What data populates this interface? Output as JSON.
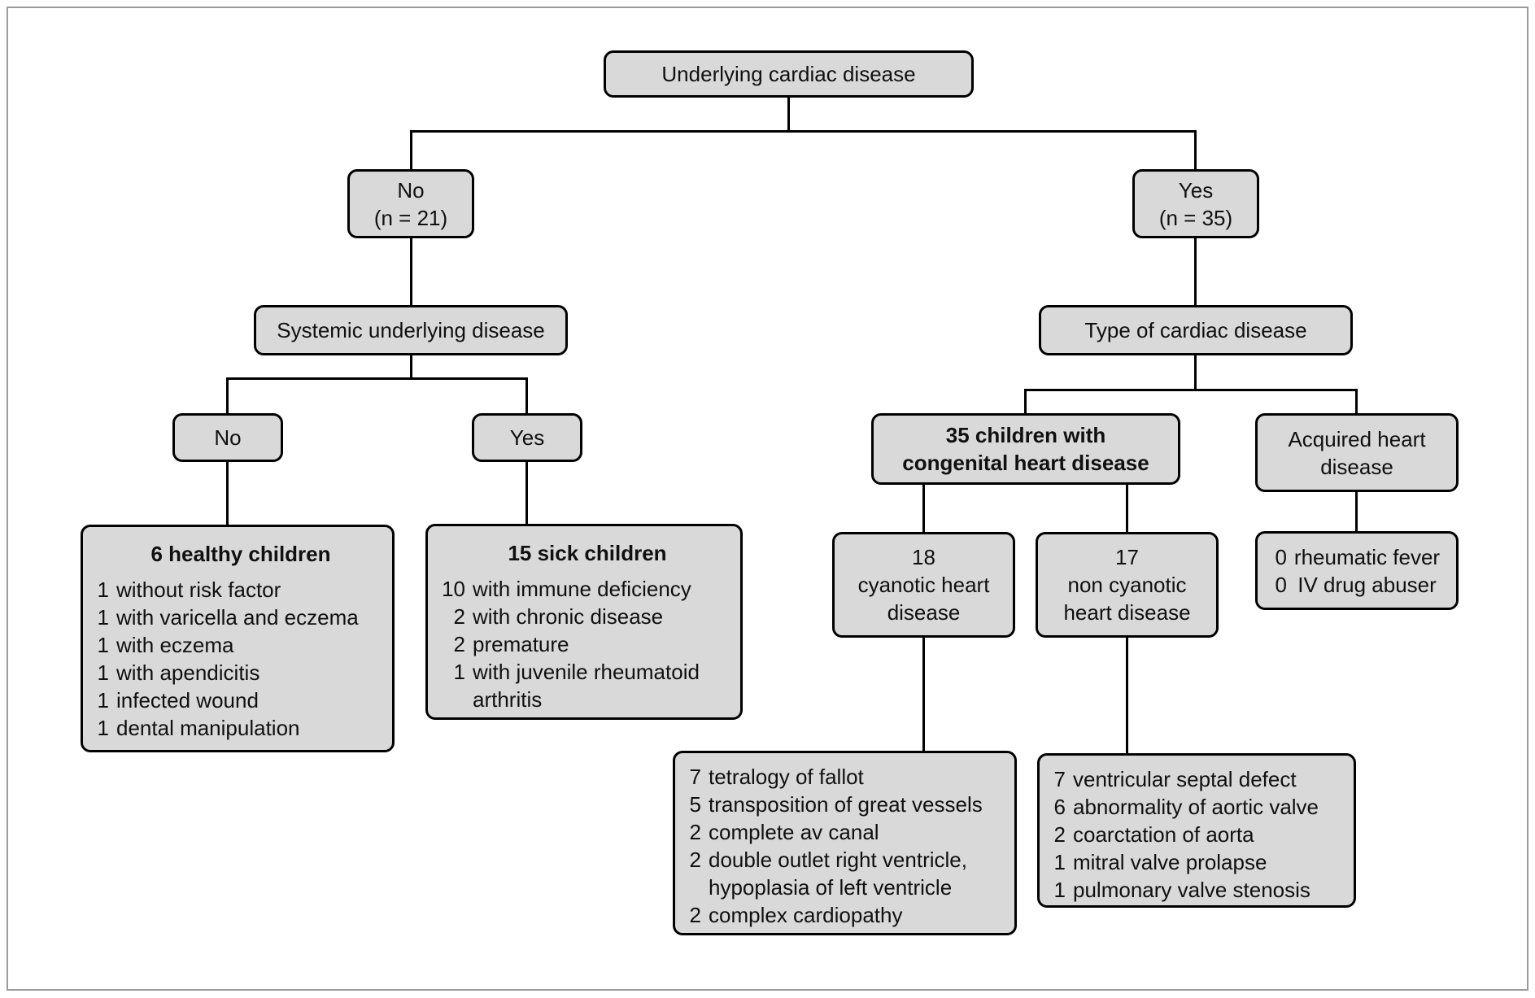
{
  "figure": {
    "background": "#ffffff",
    "box_fill": "#d9d9d9",
    "box_border": "#000000",
    "frame_border": "#9b9b9b"
  },
  "nodes": {
    "root": {
      "label": "Underlying cardiac disease"
    },
    "no_branch": {
      "line1": "No",
      "line2": "(n = 21)"
    },
    "yes_branch": {
      "line1": "Yes",
      "line2": "(n = 35)"
    },
    "systemic": {
      "label": "Systemic underlying disease"
    },
    "type_cardiac": {
      "label": "Type of cardiac disease"
    },
    "systemic_no": {
      "label": "No"
    },
    "systemic_yes": {
      "label": "Yes"
    },
    "congenital": {
      "line1": "35 children with",
      "line2": "congenital heart disease"
    },
    "acquired": {
      "line1": "Acquired heart",
      "line2": "disease"
    },
    "cyanotic": {
      "line1": "18",
      "line2": "cyanotic heart",
      "line3": "disease"
    },
    "non_cyanotic": {
      "line1": "17",
      "line2": "non cyanotic",
      "line3": "heart disease"
    },
    "healthy": {
      "title": "6 healthy children",
      "items": [
        {
          "n": "1",
          "text": "without risk factor"
        },
        {
          "n": "1",
          "text": "with varicella and eczema"
        },
        {
          "n": "1",
          "text": "with eczema"
        },
        {
          "n": "1",
          "text": "with apendicitis"
        },
        {
          "n": "1",
          "text": "infected wound"
        },
        {
          "n": "1",
          "text": "dental manipulation"
        }
      ]
    },
    "sick": {
      "title": "15 sick children",
      "items": [
        {
          "n": "10",
          "text": "with immune deficiency"
        },
        {
          "n": "2",
          "text": "with chronic disease"
        },
        {
          "n": "2",
          "text": "premature"
        },
        {
          "n": "1",
          "text": "with juvenile rheumatoid"
        },
        {
          "n": "",
          "text": "arthritis"
        }
      ]
    },
    "acquired_detail": {
      "items": [
        {
          "n": "0",
          "text": "rheumatic fever"
        },
        {
          "n": "0",
          "text": "IV drug abuser"
        }
      ]
    },
    "cyanotic_detail": {
      "items": [
        {
          "n": "7",
          "text": "tetralogy of fallot"
        },
        {
          "n": "5",
          "text": "transposition of great vessels"
        },
        {
          "n": "2",
          "text": "complete av canal"
        },
        {
          "n": "2",
          "text": "double outlet right ventricle,"
        },
        {
          "n": "",
          "text": "hypoplasia of left ventricle"
        },
        {
          "n": "2",
          "text": "complex cardiopathy"
        }
      ]
    },
    "non_cyanotic_detail": {
      "items": [
        {
          "n": "7",
          "text": "ventricular septal defect"
        },
        {
          "n": "6",
          "text": "abnormality of aortic valve"
        },
        {
          "n": "2",
          "text": "coarctation of aorta"
        },
        {
          "n": "1",
          "text": "mitral valve prolapse"
        },
        {
          "n": "1",
          "text": "pulmonary valve stenosis"
        }
      ]
    }
  }
}
